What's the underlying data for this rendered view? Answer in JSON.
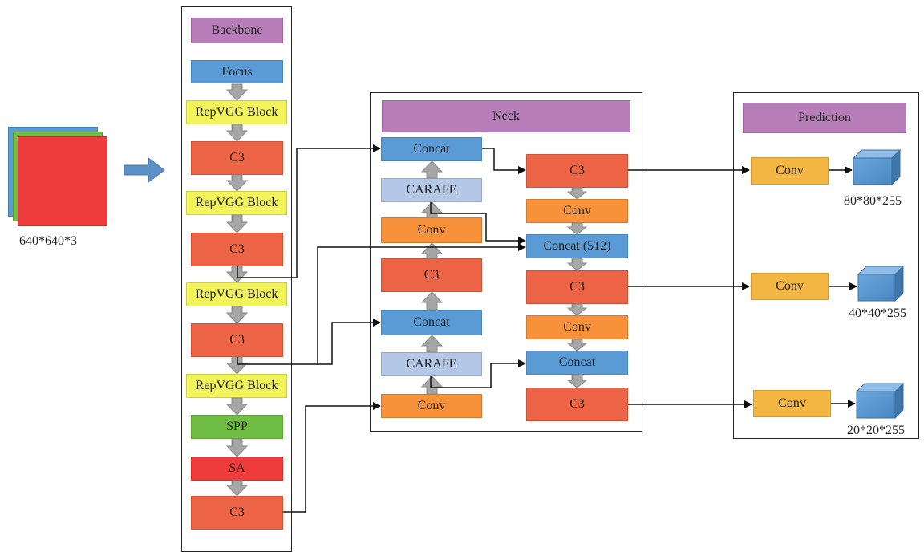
{
  "input": {
    "size_label": "640*640*3"
  },
  "backbone": {
    "title": "Backbone",
    "blocks": [
      "Focus",
      "RepVGG Block",
      "C3",
      "RepVGG Block",
      "C3",
      "RepVGG Block",
      "C3",
      "RepVGG Block",
      "SPP",
      "SA",
      "C3"
    ]
  },
  "neck": {
    "title": "Neck",
    "left_column": [
      "Concat",
      "CARAFE",
      "Conv",
      "C3",
      "Concat",
      "CARAFE",
      "Conv"
    ],
    "right_column": [
      "C3",
      "Conv",
      "Concat (512)",
      "C3",
      "Conv",
      "Concat",
      "C3"
    ]
  },
  "prediction": {
    "title": "Prediction",
    "heads": [
      {
        "block": "Conv",
        "output": "80*80*255"
      },
      {
        "block": "Conv",
        "output": "40*40*255"
      },
      {
        "block": "Conv",
        "output": "20*20*255"
      }
    ]
  },
  "colors": {
    "title": "#b77db8",
    "focus": "#5b9bd5",
    "repvgg": "#f2f25a",
    "c3": "#ec6445",
    "spp": "#70bf44",
    "sa": "#ee3b3b",
    "concat": "#5b9bd5",
    "carafe": "#b4c7e7",
    "conv_neck": "#f7923a",
    "conv_pred": "#f4b642",
    "cube": "#5b9bd5",
    "arrow_gray": "#a6a6a6"
  }
}
